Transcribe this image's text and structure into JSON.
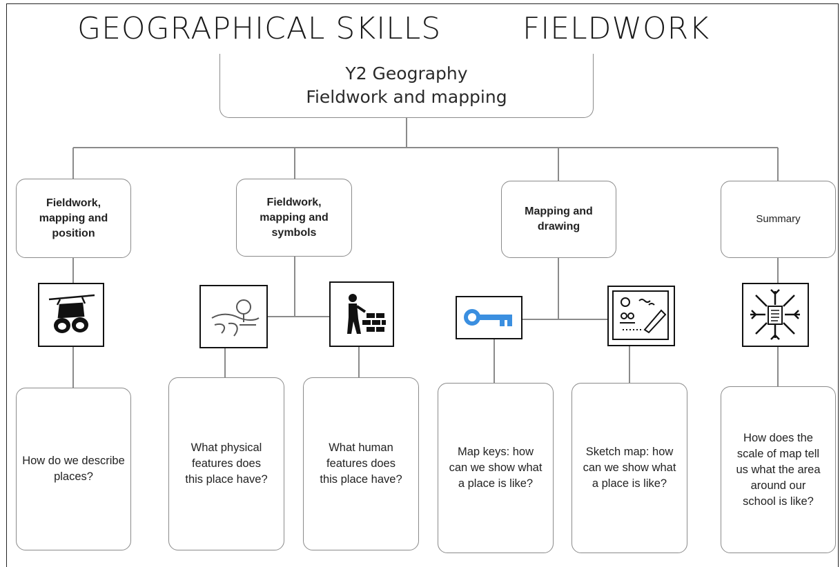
{
  "header": {
    "left_title": "GEOGRAPHICAL SKILLS",
    "right_title": "FIELDWORK"
  },
  "root": {
    "line1": "Y2 Geography",
    "line2": "Fieldwork and mapping"
  },
  "categories": [
    {
      "label": "Fieldwork, mapping and position"
    },
    {
      "label": "Fieldwork, mapping and symbols"
    },
    {
      "label": "Mapping and drawing"
    },
    {
      "label": "Summary"
    }
  ],
  "icons": [
    "binoculars-icon",
    "landscape-icon",
    "bricklayer-icon",
    "key-icon",
    "sketch-map-icon",
    "summary-diagram-icon"
  ],
  "questions": [
    {
      "text": "How do we describe places?"
    },
    {
      "text": "What physical features does this place have?"
    },
    {
      "text": "What human features does this place have?"
    },
    {
      "text": "Map keys: how can we show what a place is like?"
    },
    {
      "text": "Sketch map: how can we show what a place is like?"
    },
    {
      "text": "How does the scale of map tell us what the area around our school is like?"
    }
  ],
  "colors": {
    "line": "#8a8a8a",
    "key": "#3b8fe0"
  }
}
